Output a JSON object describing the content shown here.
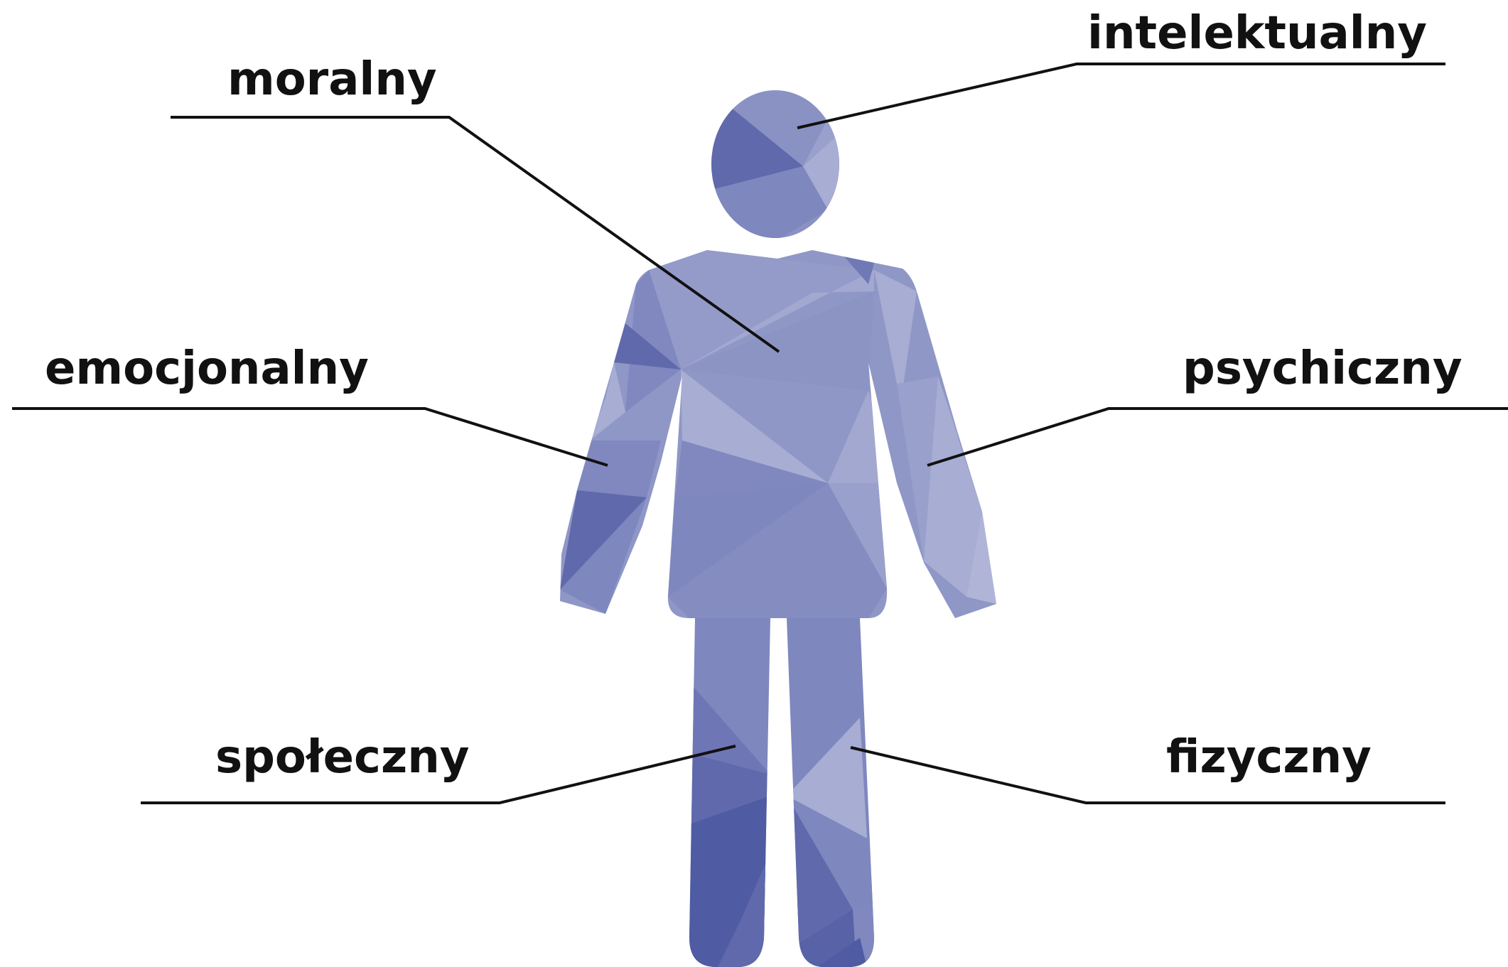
{
  "labels": {
    "moralny": "moralny",
    "intelektualny": "intelektualny",
    "emocjonalny": "emocjonalny",
    "psychiczny": "psychiczny",
    "spoleczny": "społeczny",
    "fizyczny": "fizyczny"
  },
  "colors": {
    "figure_base": "#8a92c3",
    "figure_light": "#a7add3",
    "figure_mid": "#7e87be",
    "figure_dark": "#6069ab",
    "figure_darker": "#4f5ba2",
    "line": "#111111",
    "text": "#111111"
  }
}
